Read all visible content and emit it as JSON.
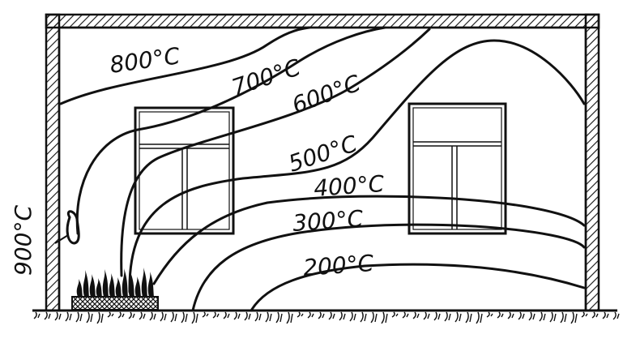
{
  "diagram": {
    "labels": {
      "t800": "800°C",
      "t700": "700°C",
      "t600": "600°C",
      "t500": "500°C",
      "t400": "400°C",
      "t300": "300°C",
      "t200": "200°C",
      "t900": "900°C"
    },
    "colors": {
      "ink": "#111111",
      "background": "#ffffff"
    }
  }
}
